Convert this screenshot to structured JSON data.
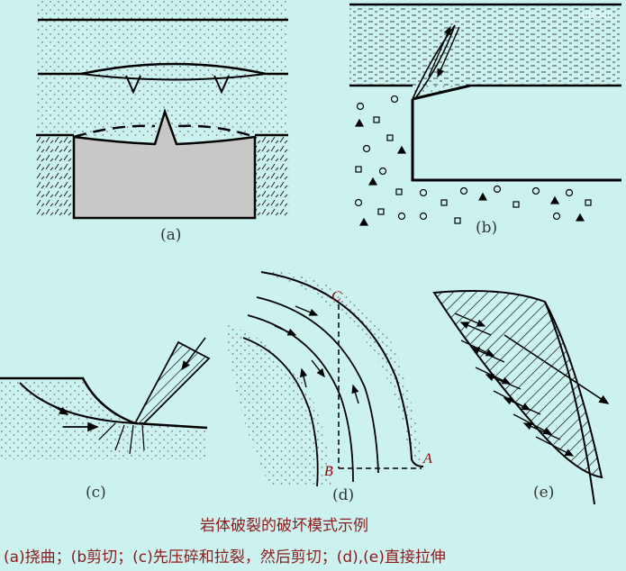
{
  "panels": {
    "a": {
      "label": "(a)"
    },
    "b": {
      "label": "(b)"
    },
    "c": {
      "label": "(c)"
    },
    "d": {
      "label": "(d)",
      "point_c": "C",
      "point_b": "B",
      "point_a": "A"
    },
    "e": {
      "label": "(e)"
    }
  },
  "figure": {
    "title": "岩体破裂的破坏模式示例",
    "caption": "(a)挠曲；(b剪切；(c)先压碎和拉裂，然后剪切；(d),(e)直接拉伸",
    "watermark": "udocc"
  },
  "colors": {
    "background": "#ccf2f0",
    "ink": "#000000",
    "block_fill": "#c8c8c8",
    "caption_text": "#8b1a1a"
  }
}
